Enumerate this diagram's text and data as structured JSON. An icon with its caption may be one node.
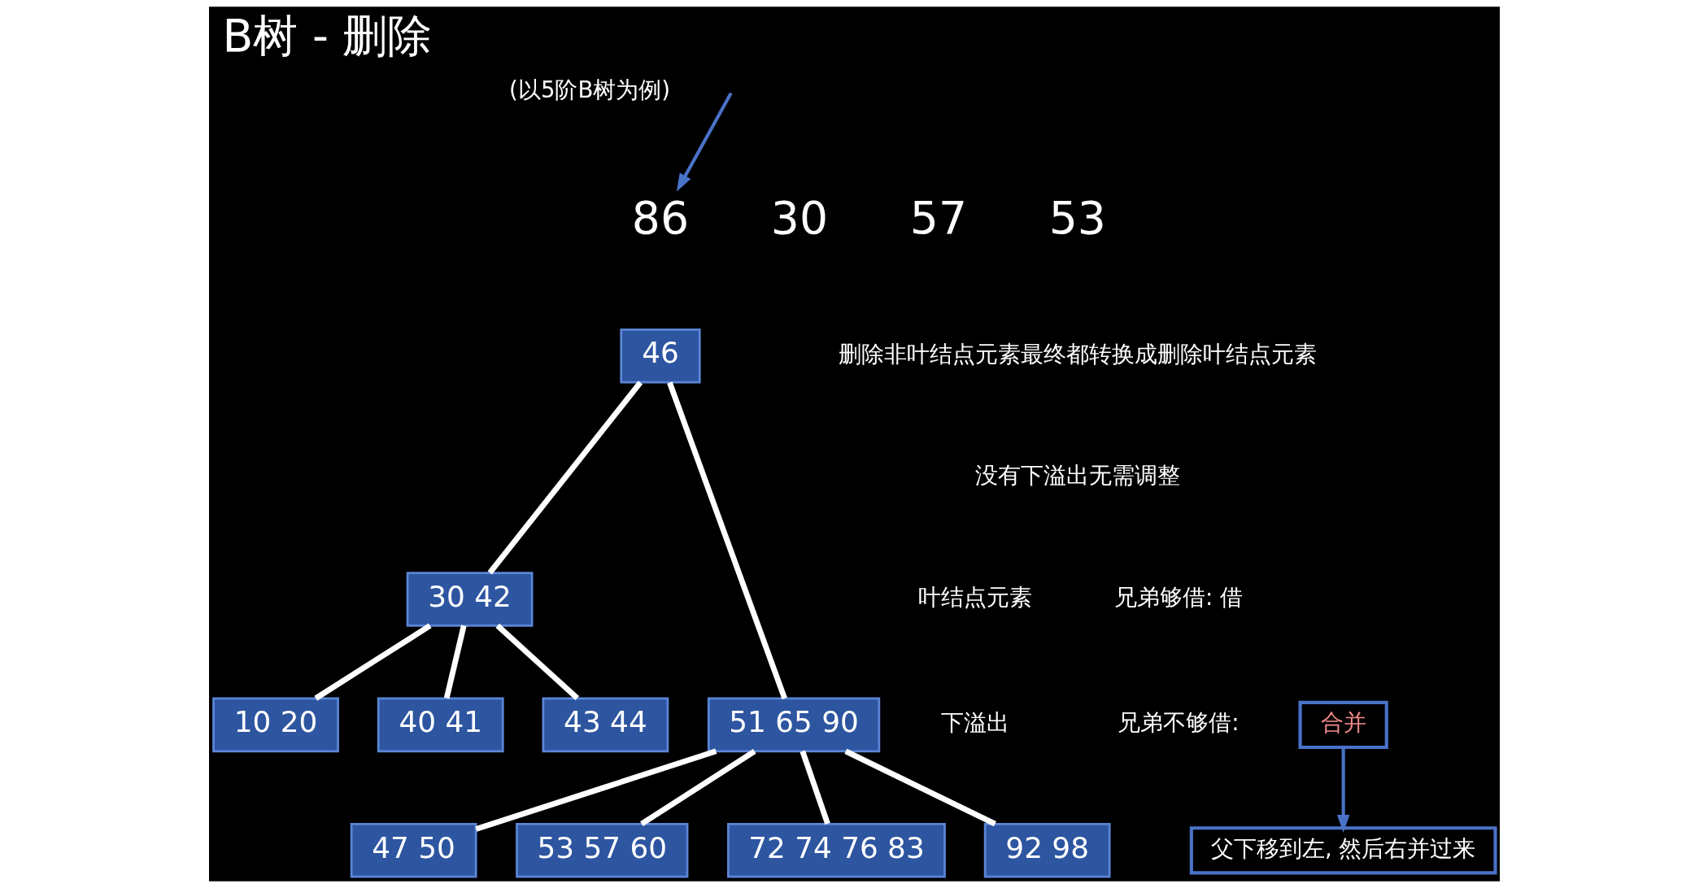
{
  "diagram": {
    "title": "B树 - 删除",
    "nodes": [
      {
        "text": [
          "46"
        ]
      },
      {
        "text": [
          "30 42"
        ]
      },
      {
        "text": [
          "51 65 90"
        ]
      },
      {
        "text": [
          "10 20"
        ]
      },
      {
        "text": [
          "40 41"
        ]
      },
      {
        "text": [
          "43 44"
        ]
      },
      {
        "text": [
          "47 50"
        ]
      },
      {
        "text": [
          "53 57 60"
        ]
      },
      {
        "text": [
          "72 74 76 83"
        ]
      },
      {
        "text": [
          "92 98"
        ]
      },
      {
        "text": [
          "86"
        ]
      },
      {
        "text": [
          "合并"
        ]
      },
      {
        "text": [
          "父下移到左, 然后右并过来"
        ]
      }
    ],
    "edges": [
      {
        "from": 0,
        "to": 1,
        "arrow": "none"
      },
      {
        "from": 0,
        "to": 2,
        "arrow": "none"
      },
      {
        "from": 1,
        "to": 3,
        "arrow": "none"
      },
      {
        "from": 1,
        "to": 4,
        "arrow": "none"
      },
      {
        "from": 1,
        "to": 5,
        "arrow": "none"
      },
      {
        "from": 2,
        "to": 6,
        "arrow": "none"
      },
      {
        "from": 2,
        "to": 7,
        "arrow": "none"
      },
      {
        "from": 2,
        "to": 8,
        "arrow": "none"
      },
      {
        "from": 2,
        "to": 9,
        "arrow": "none"
      },
      {
        "from": null,
        "to": 10,
        "arrow": "to",
        "color": "#4a72c8"
      },
      {
        "from": 11,
        "to": 12,
        "arrow": "to",
        "color": "#4a72c8"
      }
    ],
    "labels": [
      "(以5阶B树为例)",
      "30",
      "57",
      "53",
      "删除非叶结点元素最终都转换成删除叶结点元素",
      "没有下溢出无需调整",
      "叶结点元素",
      "兄弟够借: 借",
      "下溢出",
      "兄弟不够借:"
    ]
  }
}
